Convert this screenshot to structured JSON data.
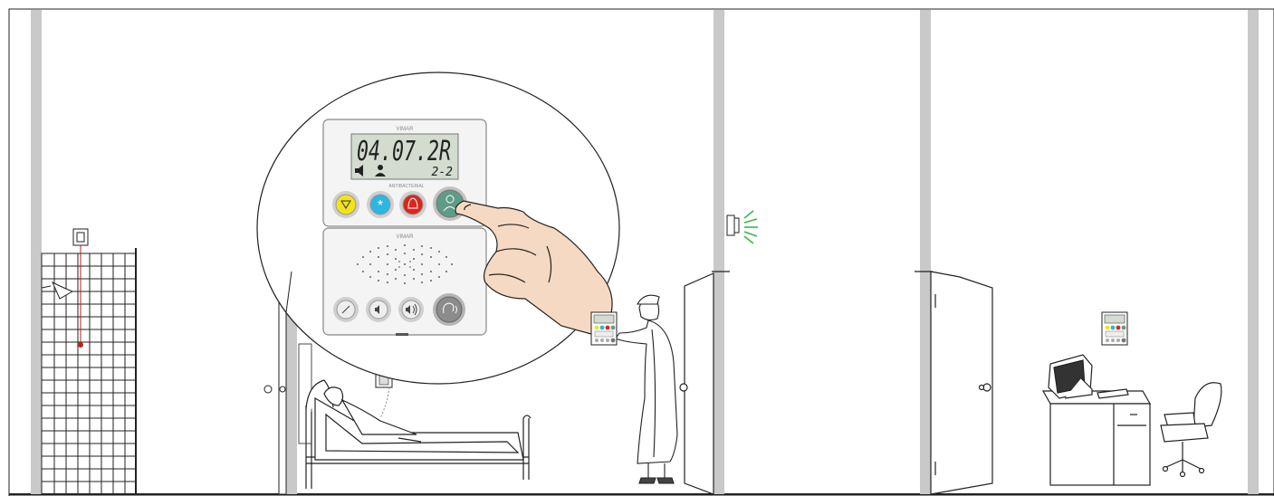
{
  "panel": {
    "brand_top": "VIMAR",
    "brand_bottom": "VIMAR",
    "lcd_main": "04.07.2R",
    "lcd_sub": "2-2",
    "antibacterial_label": "ANTIBACTERIAL"
  },
  "colors": {
    "wall": "#c9c9c9",
    "button_yellow": "#f2e21c",
    "button_blue": "#2bb6e3",
    "button_red": "#d9271f",
    "button_green": "#5e9c86",
    "button_grey": "#8c8c8c",
    "signal_light": "#3cb54a",
    "skin": "#f6d9c2"
  },
  "icons": {
    "yellow_button": "shower-cord-icon",
    "blue_button": "asterisk-icon",
    "red_button": "bell-icon",
    "green_button": "nurse-presence-icon",
    "speaker": "speaker-icon",
    "patients": "patients-icon",
    "mute": "mute-icon",
    "volume_low": "volume-low-icon",
    "volume_high": "volume-high-icon",
    "talk": "talk-icon"
  }
}
